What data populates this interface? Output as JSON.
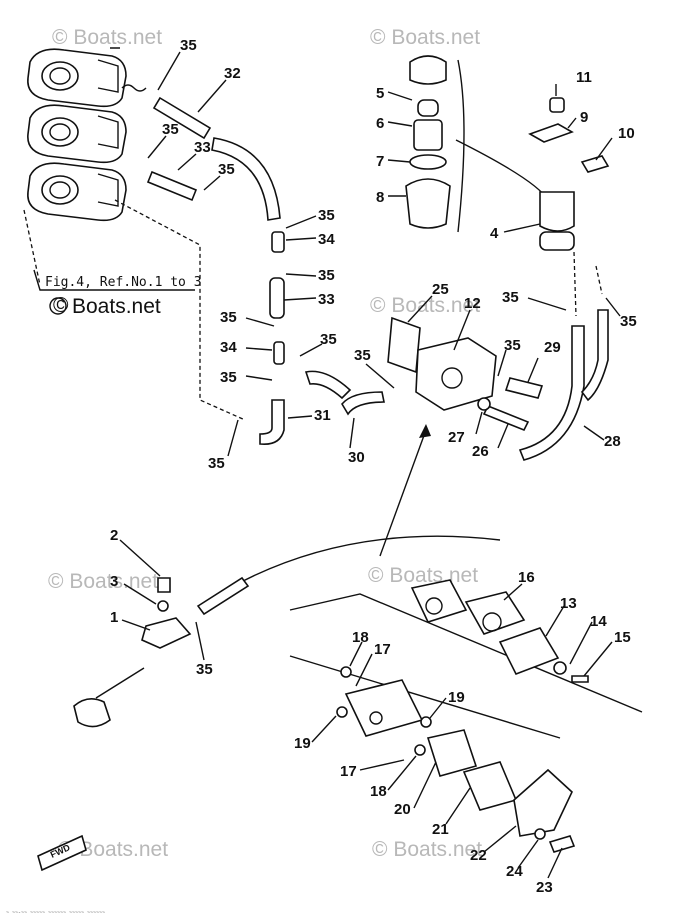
{
  "diagram": {
    "figure_ref": "Fig.4, Ref.No.1 to 3",
    "watermark": "Boats.net",
    "watermark_symbol": "©",
    "caption_text": "Boats.net",
    "fwd_label": "FWD",
    "footer_text": "~ ~~-~~ ~~~~~ ~~~~~~ ~~~~~ ~~~~~~",
    "callouts": [
      "35",
      "32",
      "35",
      "33",
      "35",
      "35",
      "34",
      "35",
      "33",
      "35",
      "34",
      "35",
      "35",
      "31",
      "35",
      "30",
      "5",
      "6",
      "7",
      "8",
      "11",
      "9",
      "10",
      "4",
      "25",
      "12",
      "35",
      "35",
      "29",
      "35",
      "27",
      "26",
      "28",
      "2",
      "3",
      "1",
      "35",
      "16",
      "13",
      "14",
      "15",
      "18",
      "17",
      "19",
      "19",
      "17",
      "18",
      "20",
      "21",
      "22",
      "24",
      "23"
    ]
  }
}
